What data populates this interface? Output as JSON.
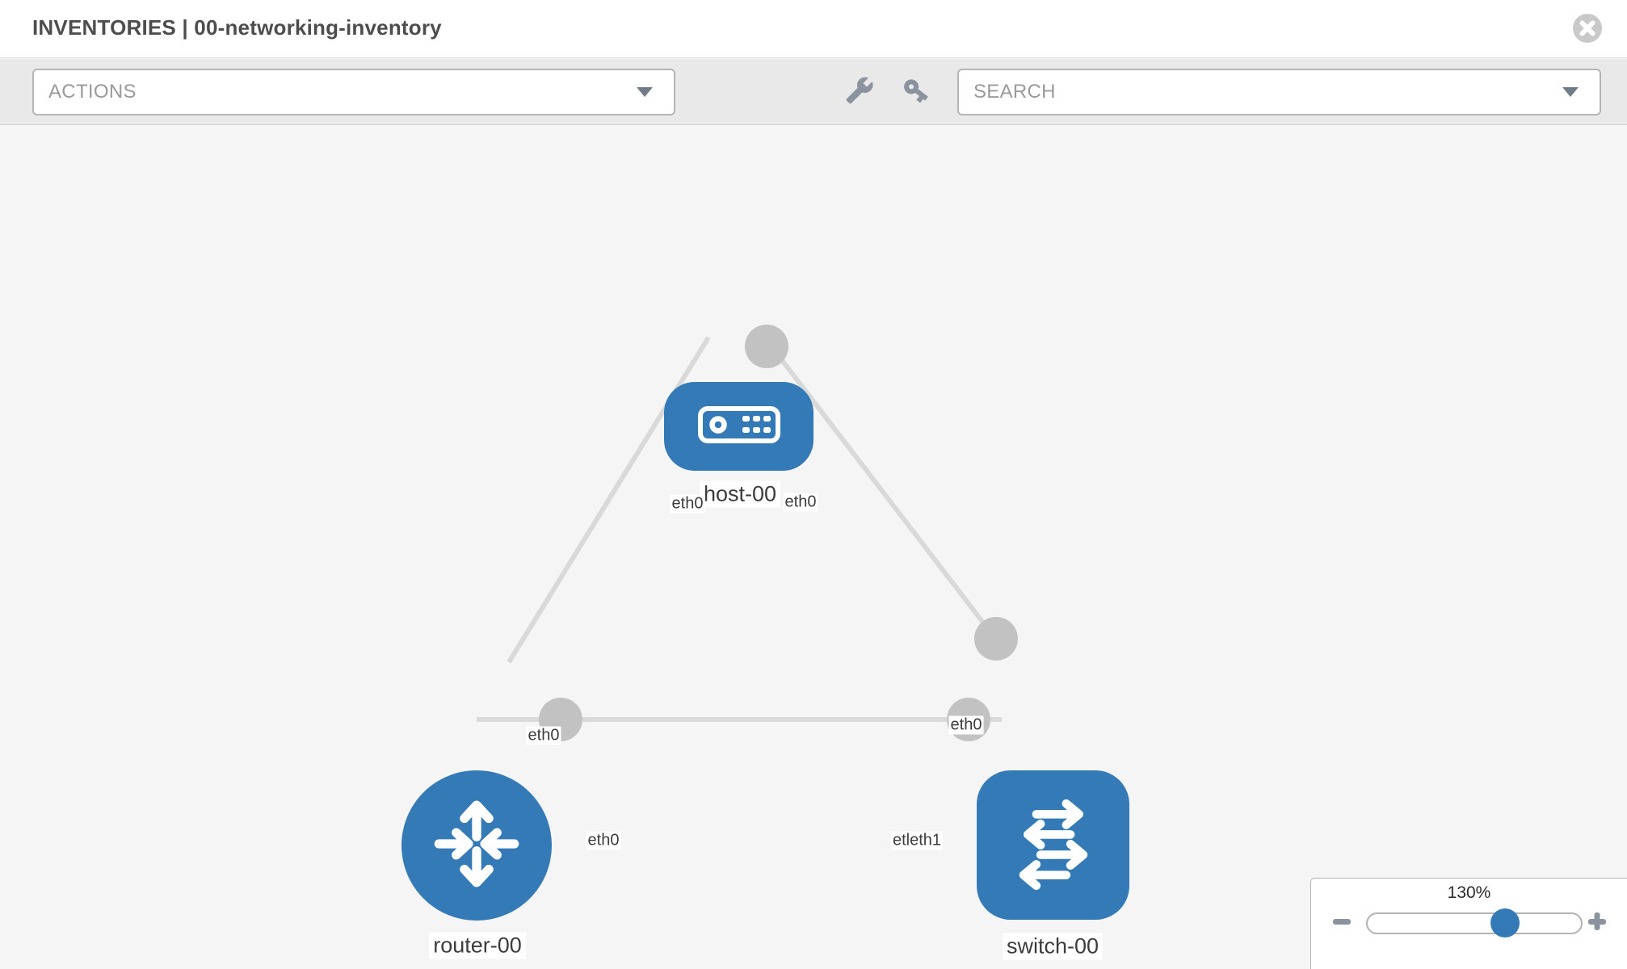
{
  "header": {
    "title": "INVENTORIES | 00-networking-inventory",
    "close_icon": "circle-x-icon"
  },
  "toolbar": {
    "actions_dropdown": {
      "value": "ACTIONS",
      "chevron_icon": "chevron-down-icon"
    },
    "search_dropdown": {
      "value": "SEARCH",
      "chevron_icon": "chevron-down-icon"
    },
    "wrench_icon": "wrench-icon",
    "key_icon": "key-icon"
  },
  "topology": {
    "nodes": [
      {
        "name": "host-00",
        "type": "host",
        "icon": "server-icon"
      },
      {
        "name": "router-00",
        "type": "router",
        "icon": "router-arrows-icon"
      },
      {
        "name": "switch-00",
        "type": "switch",
        "icon": "switch-arrows-icon"
      }
    ],
    "interface_labels": {
      "host_to_router_near_host": "eth0",
      "host_to_router_near_router": "eth0",
      "host_to_switch_near_host": "eth0",
      "host_to_switch_near_switch": "eth0",
      "router_to_switch_near_router": "eth0",
      "router_to_switch_near_switch": "etleth1"
    }
  },
  "zoom_control": {
    "level": "130%",
    "zoom_out_icon": "minus-icon",
    "zoom_in_icon": "plus-icon"
  },
  "colors": {
    "node_blue": "#337ab7",
    "port_gray": "#c2c2c2",
    "link_gray": "#d9d9d9",
    "icon_gray": "#8b939f",
    "canvas_bg": "#f5f5f5",
    "toolbar_bg": "#e9e9e9"
  }
}
